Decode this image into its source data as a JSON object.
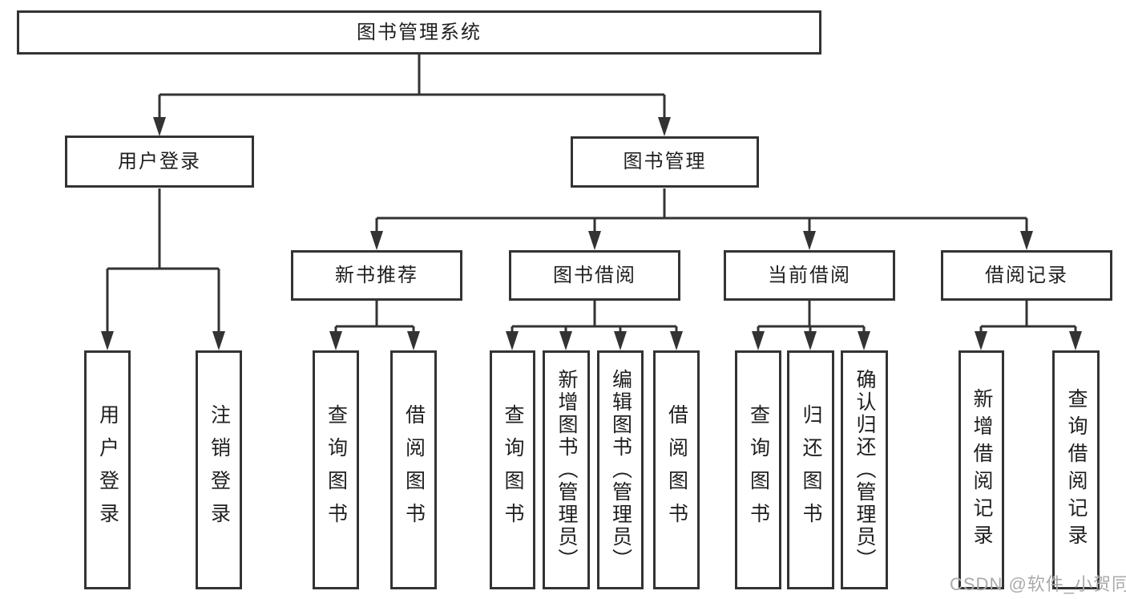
{
  "diagram": {
    "root": {
      "label": "图书管理系统"
    },
    "user_branch": {
      "label": "用户登录",
      "children": [
        {
          "label": "用户登录"
        },
        {
          "label": "注销登录"
        }
      ]
    },
    "book_branch": {
      "label": "图书管理",
      "sections": [
        {
          "label": "新书推荐",
          "children": [
            {
              "label": "查询图书"
            },
            {
              "label": "借阅图书"
            }
          ]
        },
        {
          "label": "图书借阅",
          "children": [
            {
              "label": "查询图书"
            },
            {
              "label": "新增图书（管理员）"
            },
            {
              "label": "编辑图书（管理员）"
            },
            {
              "label": "借阅图书"
            }
          ]
        },
        {
          "label": "当前借阅",
          "children": [
            {
              "label": "查询图书"
            },
            {
              "label": "归还图书"
            },
            {
              "label": "确认归还（管理员）"
            }
          ]
        },
        {
          "label": "借阅记录",
          "children": [
            {
              "label": "新增借阅记录"
            },
            {
              "label": "查询借阅记录"
            }
          ]
        }
      ]
    }
  },
  "watermark": {
    "text": "CSDN @软件_小贺同学"
  },
  "colors": {
    "line": "#333333",
    "text": "#1f1f1f",
    "watermark": "#aaaaaa",
    "background": "#ffffff"
  }
}
